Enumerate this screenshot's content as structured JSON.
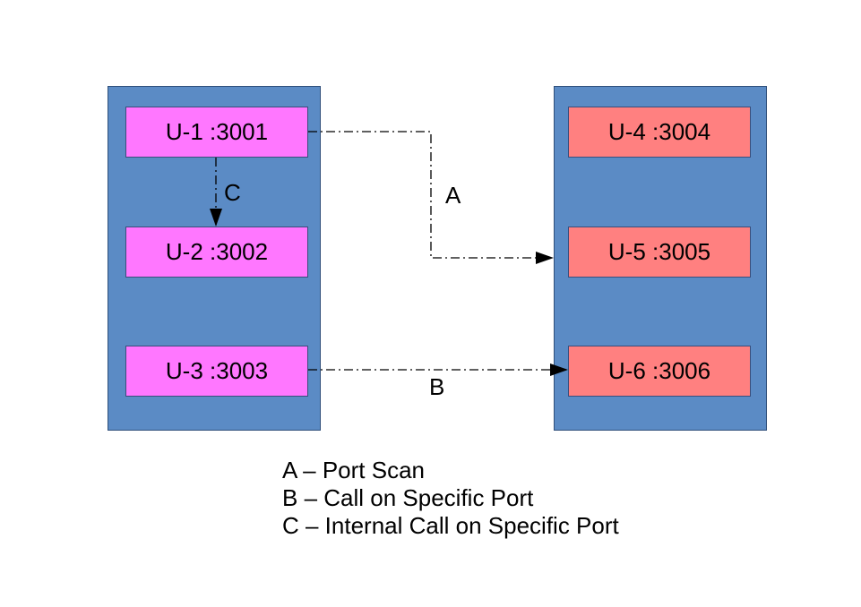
{
  "colors": {
    "group_fill": "#5b8bc5",
    "left_node_fill": "#ff77ff",
    "right_node_fill": "#ff8080",
    "edge_stroke": "#000000"
  },
  "nodes": {
    "u1": "U-1 :3001",
    "u2": "U-2 :3002",
    "u3": "U-3 :3003",
    "u4": "U-4 :3004",
    "u5": "U-5 :3005",
    "u6": "U-6 :3006"
  },
  "edges": [
    {
      "label": "A",
      "from": "U-1 :3001",
      "to": "U-5 :3005",
      "style": "dash-dot"
    },
    {
      "label": "B",
      "from": "U-3 :3003",
      "to": "U-6 :3006",
      "style": "dash-dot"
    },
    {
      "label": "C",
      "from": "U-1 :3001",
      "to": "U-2 :3002",
      "style": "dash-dot"
    }
  ],
  "legend": [
    "A – Port Scan",
    "B – Call on Specific Port",
    "C – Internal Call on Specific Port"
  ]
}
